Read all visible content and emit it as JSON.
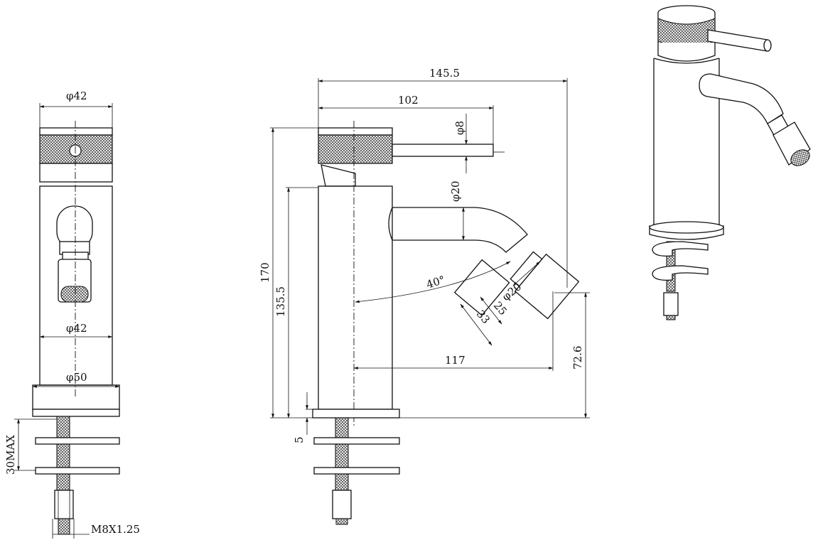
{
  "front_view": {
    "dim_top_diameter": "φ42",
    "dim_mid_diameter": "φ42",
    "dim_base_diameter": "φ50",
    "dim_thickness_max": "30MAX",
    "dim_thread": "M8X1.25"
  },
  "side_view": {
    "dim_overall_width": "145.5",
    "dim_lever_length": "102",
    "dim_lever_diameter": "φ8",
    "dim_spout_diameter": "φ20",
    "dim_overall_height": "170",
    "dim_spout_height": "135.5",
    "dim_angle": "40°",
    "dim_nozzle_diameter": "φ20",
    "dim_nozzle_length_1": "25",
    "dim_nozzle_length_2": "33",
    "dim_reach": "117",
    "dim_outlet_height": "72.6",
    "dim_base_thickness": "5"
  },
  "iso_view": {
    "icon": "tap-isometric-icon"
  }
}
